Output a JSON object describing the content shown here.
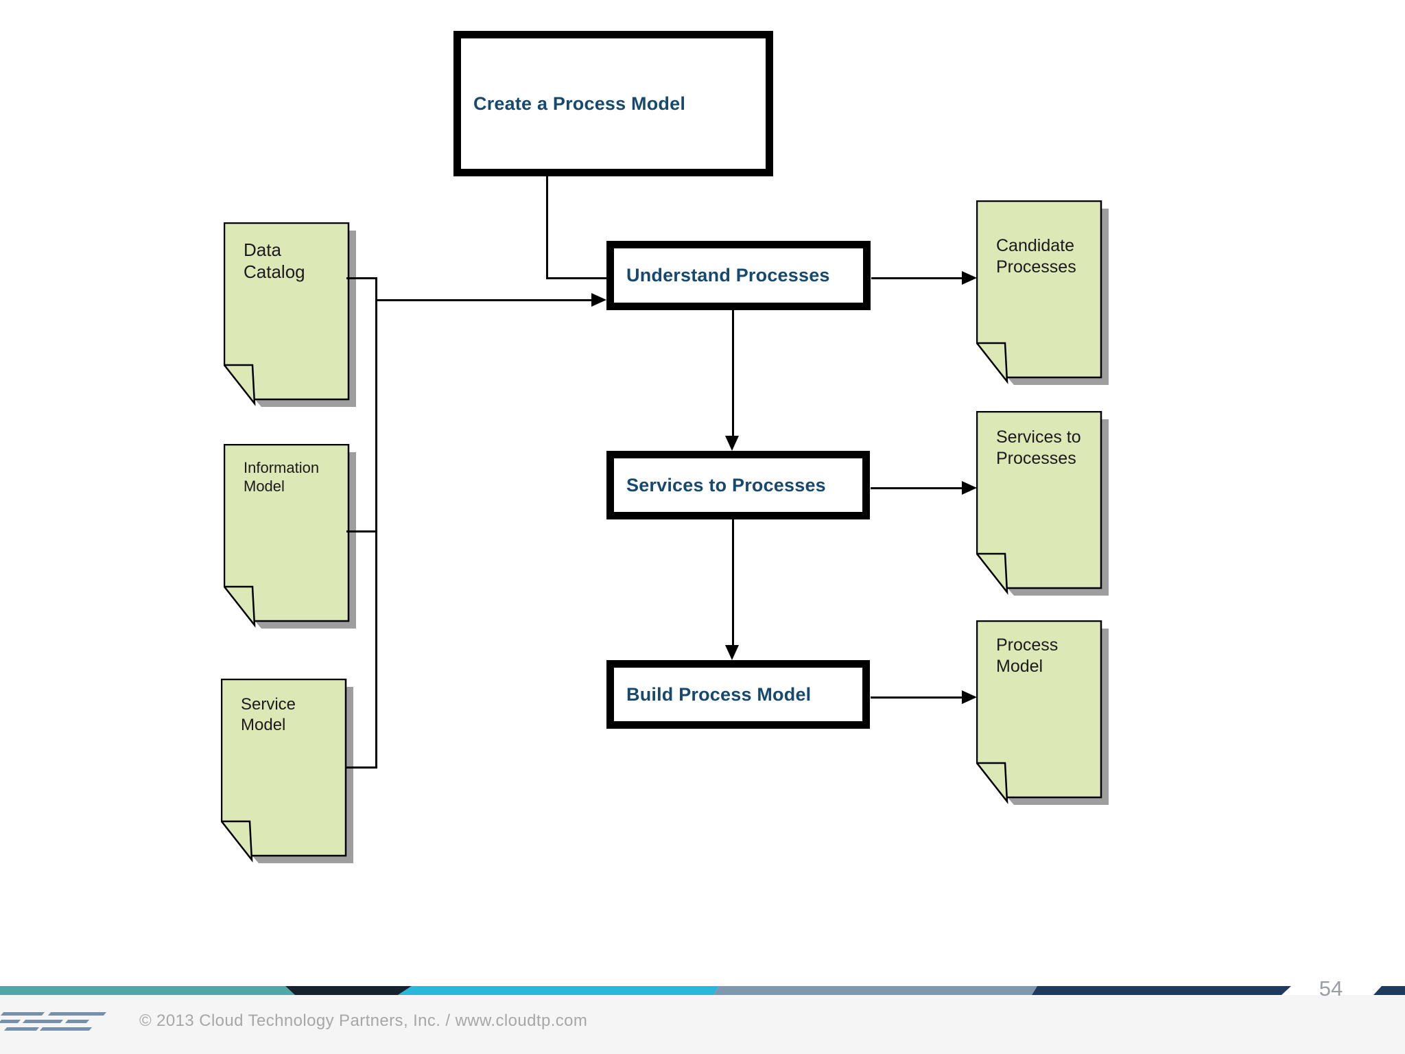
{
  "slide": {
    "title_box": {
      "label": "Create a Process Model"
    },
    "process_boxes": [
      {
        "label": "Understand Processes"
      },
      {
        "label": "Services to Processes"
      },
      {
        "label": "Build Process Model"
      }
    ],
    "input_docs": [
      {
        "line1": "Data",
        "line2": "Catalog"
      },
      {
        "line1": "Information",
        "line2": "Model"
      },
      {
        "line1": "Service",
        "line2": "Model"
      }
    ],
    "output_docs": [
      {
        "line1": "Candidate",
        "line2": "Processes"
      },
      {
        "line1": "Services to",
        "line2": "Processes"
      },
      {
        "line1": "Process",
        "line2": "Model"
      }
    ],
    "footer": {
      "copyright": "© 2013 Cloud Technology Partners, Inc.  /  www.cloudtp.com",
      "page_number": "54"
    },
    "colors": {
      "doc_fill": "#dce8b6",
      "doc_shadow": "#9e9e9e",
      "box_border": "#000000",
      "box_text": "#17496e",
      "stripe_teal": "#4fa7a7",
      "stripe_dark": "#16222e",
      "stripe_cyan": "#29b8dc",
      "stripe_steel": "#7e99ae",
      "stripe_navy": "#1e3a5f",
      "logo_blue": "#7490ad",
      "copyright_gray": "#a7a7a7",
      "page_number_gray": "#9a9da1"
    }
  }
}
